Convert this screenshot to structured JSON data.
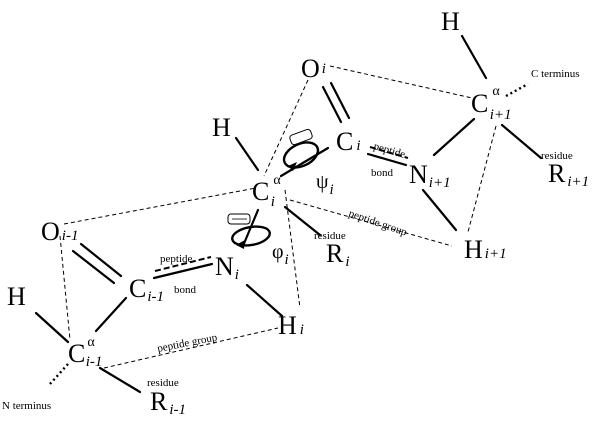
{
  "atoms": {
    "h_left": "H",
    "ca_prev": "C",
    "ca_prev_sup": "α",
    "ca_prev_sub": "i-1",
    "r_prev": "R",
    "r_prev_sub": "i-1",
    "o_prev": "O",
    "o_prev_sub": "i-1",
    "c_prev": "C",
    "c_prev_sub": "i-1",
    "n_i": "N",
    "n_i_sub": "i",
    "h_i": "H",
    "h_i_sub": "i",
    "ca_i": "C",
    "ca_i_sup": "α",
    "ca_i_sub": "i",
    "h_top": "H",
    "r_i": "R",
    "r_i_sub": "i",
    "c_i": "C",
    "c_i_sub": "i",
    "o_i": "O",
    "o_i_sub": "i",
    "n_next": "N",
    "n_next_sub": "i+1",
    "h_next": "H",
    "h_next_sub": "i+1",
    "ca_next": "C",
    "ca_next_sup": "α",
    "ca_next_sub": "i+1",
    "h_right": "H",
    "r_next": "R",
    "r_next_sub": "i+1"
  },
  "labels": {
    "phi": "φ",
    "phi_sub": "i",
    "psi": "ψ",
    "psi_sub": "i",
    "residue_1": "residue",
    "residue_2": "residue",
    "residue_3": "residue",
    "peptide_1": "peptide",
    "bond_1": "bond",
    "peptide_2": "peptide",
    "bond_2": "bond",
    "peptide_group_1": "peptide group",
    "peptide_group_2": "peptide group",
    "n_terminus": "N terminus",
    "c_terminus": "C terminus"
  }
}
